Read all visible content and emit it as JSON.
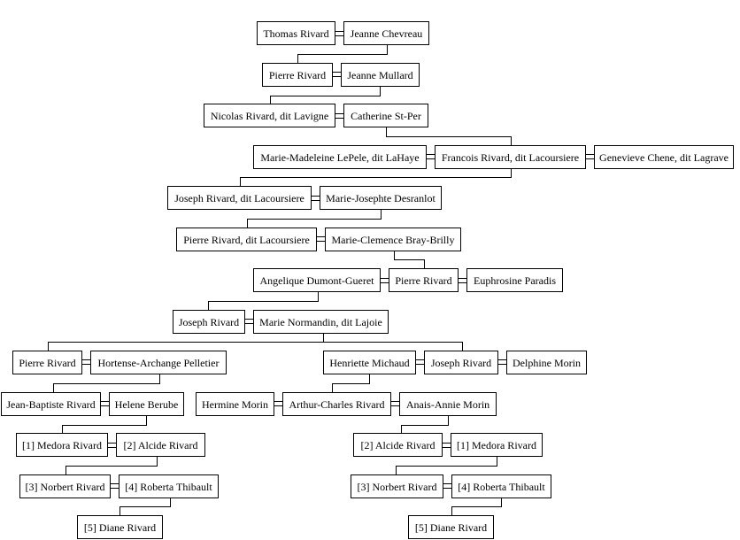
{
  "persons": {
    "p1": "Thomas Rivard",
    "p2": "Jeanne Chevreau",
    "p3": "Pierre Rivard",
    "p4": "Jeanne Mullard",
    "p5": "Nicolas Rivard, dit Lavigne",
    "p6": "Catherine St-Per",
    "p7": "Marie-Madeleine LePele, dit LaHaye",
    "p8": "Francois Rivard, dit Lacoursiere",
    "p9": "Genevieve Chene, dit Lagrave",
    "p10": "Joseph Rivard, dit Lacoursiere",
    "p11": "Marie-Josephte Desranlot",
    "p12": "Pierre Rivard, dit Lacoursiere",
    "p13": "Marie-Clemence Bray-Brilly",
    "p14": "Angelique Dumont-Gueret",
    "p15": "Pierre Rivard",
    "p16": "Euphrosine Paradis",
    "p17": "Joseph Rivard",
    "p18": "Marie Normandin, dit Lajoie",
    "p19": "Pierre Rivard",
    "p20": "Hortense-Archange Pelletier",
    "p21": "Henriette Michaud",
    "p22": "Joseph Rivard",
    "p23": "Delphine Morin",
    "p24": "Jean-Baptiste Rivard",
    "p25": "Helene Berube",
    "p26": "Hermine Morin",
    "p27": "Arthur-Charles Rivard",
    "p28": "Anais-Annie Morin",
    "p29": "[1] Medora Rivard",
    "p30": "[2] Alcide Rivard",
    "p31": "[2] Alcide Rivard",
    "p32": "[1] Medora Rivard",
    "p33": "[3] Norbert Rivard",
    "p34": "[4] Roberta Thibault",
    "p35": "[3] Norbert Rivard",
    "p36": "[4] Roberta Thibault",
    "p37": "[5] Diane Rivard",
    "p38": "[5] Diane Rivard"
  }
}
